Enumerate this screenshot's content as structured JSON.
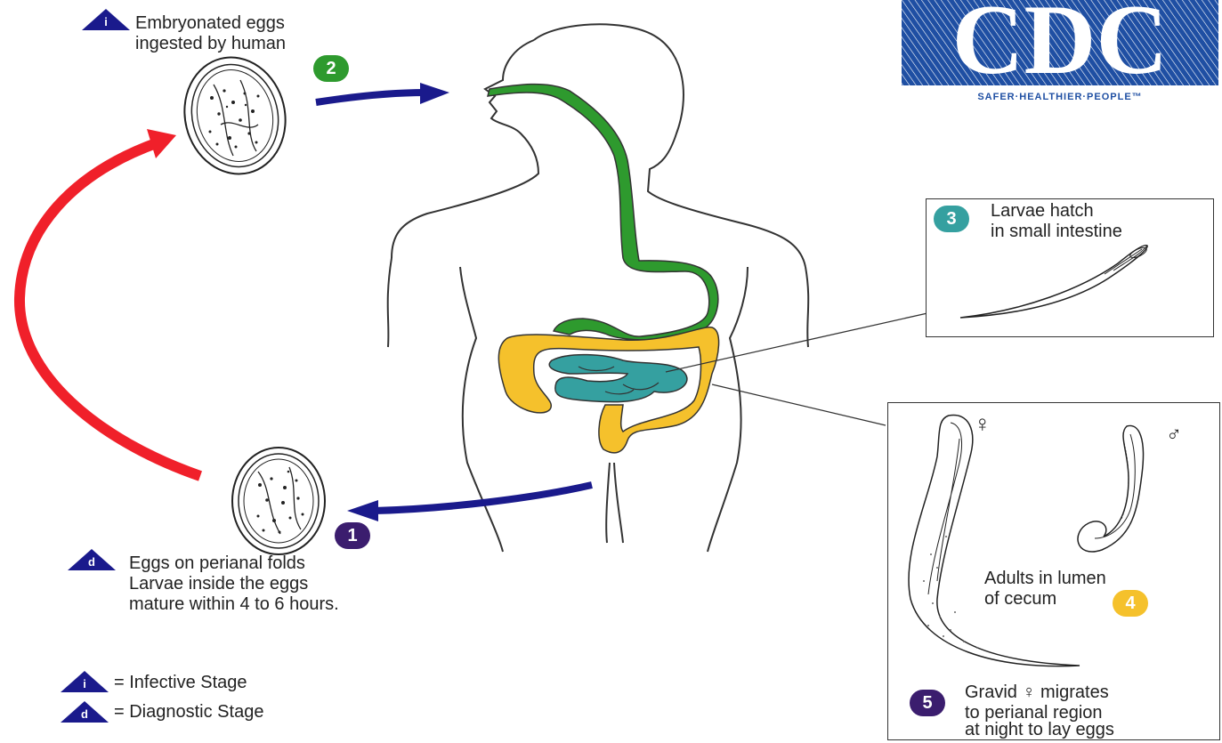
{
  "colors": {
    "navy": "#1a1a8c",
    "red_arrow": "#f0202a",
    "green": "#2e9a2e",
    "teal": "#35a0a0",
    "yellow": "#f5c12c",
    "purple": "#3b1d6e",
    "cdc_blue": "#1f4fa3"
  },
  "logo": {
    "text": "CDC",
    "tagline": "SAFER·HEALTHIER·PEOPLE™"
  },
  "stages": {
    "s1": {
      "number": "1",
      "color": "#3b1d6e"
    },
    "s2": {
      "number": "2",
      "color": "#2e9a2e"
    },
    "s3": {
      "number": "3",
      "color": "#35a0a0"
    },
    "s4": {
      "number": "4",
      "color": "#f5c12c"
    },
    "s5": {
      "number": "5",
      "color": "#3b1d6e"
    }
  },
  "labels": {
    "top_left_line1": "Embryonated eggs",
    "top_left_line2": "ingested by human",
    "bottom_left_line1": "Eggs on perianal folds",
    "bottom_left_line2": "Larvae inside the eggs",
    "bottom_left_line3": "mature within 4 to 6 hours.",
    "larvae_line1": "Larvae hatch",
    "larvae_line2": "in small intestine",
    "adults_line1": "Adults in lumen",
    "adults_line2": "of cecum",
    "gravid_line1": "Gravid ♀ migrates",
    "gravid_line2": "to perianal region",
    "gravid_line3": "at night to lay eggs",
    "female_symbol": "♀",
    "male_symbol": "♂"
  },
  "legend": {
    "infective_letter": "i",
    "infective_text": "= Infective Stage",
    "diagnostic_letter": "d",
    "diagnostic_text": "= Diagnostic Stage"
  }
}
